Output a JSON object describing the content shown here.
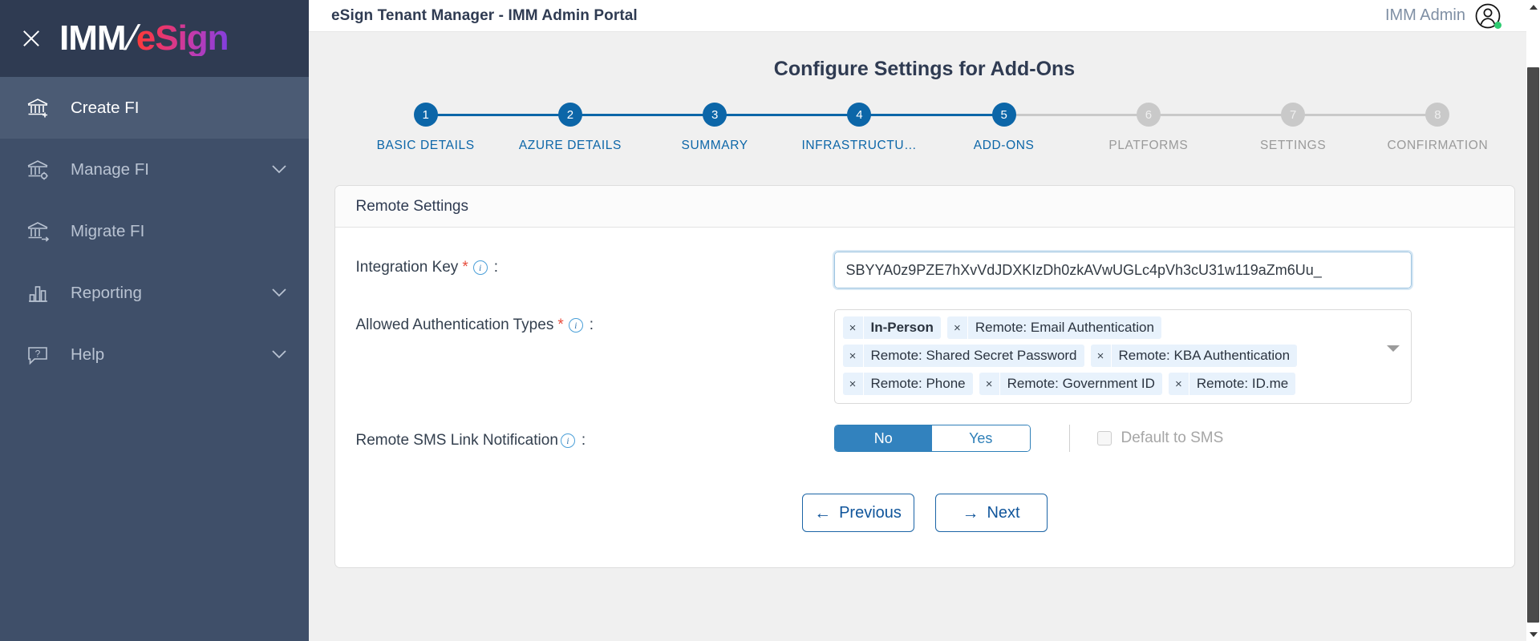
{
  "sidebar": {
    "logo": {
      "part1": "IMM",
      "slash": "/",
      "part2": "eSign"
    },
    "close_label": "×",
    "items": [
      {
        "label": "Create FI",
        "icon": "bank-plus-icon",
        "active": true,
        "expandable": false
      },
      {
        "label": "Manage FI",
        "icon": "bank-gear-icon",
        "active": false,
        "expandable": true
      },
      {
        "label": "Migrate FI",
        "icon": "bank-arrow-icon",
        "active": false,
        "expandable": false
      },
      {
        "label": "Reporting",
        "icon": "bar-chart-icon",
        "active": false,
        "expandable": true
      },
      {
        "label": "Help",
        "icon": "help-bubble-icon",
        "active": false,
        "expandable": true
      }
    ]
  },
  "topbar": {
    "title": "eSign Tenant Manager - IMM Admin Portal",
    "user_name": "IMM Admin",
    "status_color": "#2ecc71"
  },
  "page": {
    "title": "Configure Settings for Add-Ons"
  },
  "stepper": {
    "current": 5,
    "steps": [
      {
        "number": "1",
        "label": "BASIC DETAILS",
        "state": "done"
      },
      {
        "number": "2",
        "label": "AZURE DETAILS",
        "state": "done"
      },
      {
        "number": "3",
        "label": "SUMMARY",
        "state": "done"
      },
      {
        "number": "4",
        "label": "INFRASTRUCTU…",
        "state": "done"
      },
      {
        "number": "5",
        "label": "ADD-ONS",
        "state": "current"
      },
      {
        "number": "6",
        "label": "PLATFORMS",
        "state": "upcoming"
      },
      {
        "number": "7",
        "label": "SETTINGS",
        "state": "upcoming"
      },
      {
        "number": "8",
        "label": "CONFIRMATION",
        "state": "upcoming"
      }
    ]
  },
  "card": {
    "header": "Remote Settings",
    "integration_key": {
      "label": "Integration Key",
      "required_mark": "*",
      "info": "i",
      "colon": ":",
      "value": "SBYYA0z9PZE7hXvVdJDXKIzDh0zkAVwUGLc4pVh3cU31w119aZm6Uu_",
      "placeholder": "Integration Key"
    },
    "auth_types": {
      "label": "Allowed Authentication Types",
      "required_mark": "*",
      "info": "i",
      "colon": ":",
      "remove_glyph": "×",
      "chips": [
        {
          "label": "In-Person",
          "bold": true
        },
        {
          "label": "Remote: Email Authentication",
          "bold": false
        },
        {
          "label": "Remote: Shared Secret Password",
          "bold": false
        },
        {
          "label": "Remote: KBA Authentication",
          "bold": false
        },
        {
          "label": "Remote: Phone",
          "bold": false
        },
        {
          "label": "Remote: Government ID",
          "bold": false
        },
        {
          "label": "Remote: ID.me",
          "bold": false
        }
      ]
    },
    "sms": {
      "label": "Remote SMS Link Notification",
      "info": "i",
      "colon": ":",
      "option_no": "No",
      "option_yes": "Yes",
      "selected": "No",
      "checkbox_label": "Default to SMS",
      "checkbox_checked": false
    },
    "buttons": {
      "previous": "Previous",
      "previous_arrow": "←",
      "next": "Next",
      "next_arrow": "→"
    }
  },
  "colors": {
    "sidebar_bg": "#3f4f69",
    "sidebar_header_bg": "#2f3b52",
    "accent_blue": "#0c66a8",
    "chip_bg": "#e8f2fc",
    "page_bg": "#f0f0f0"
  }
}
